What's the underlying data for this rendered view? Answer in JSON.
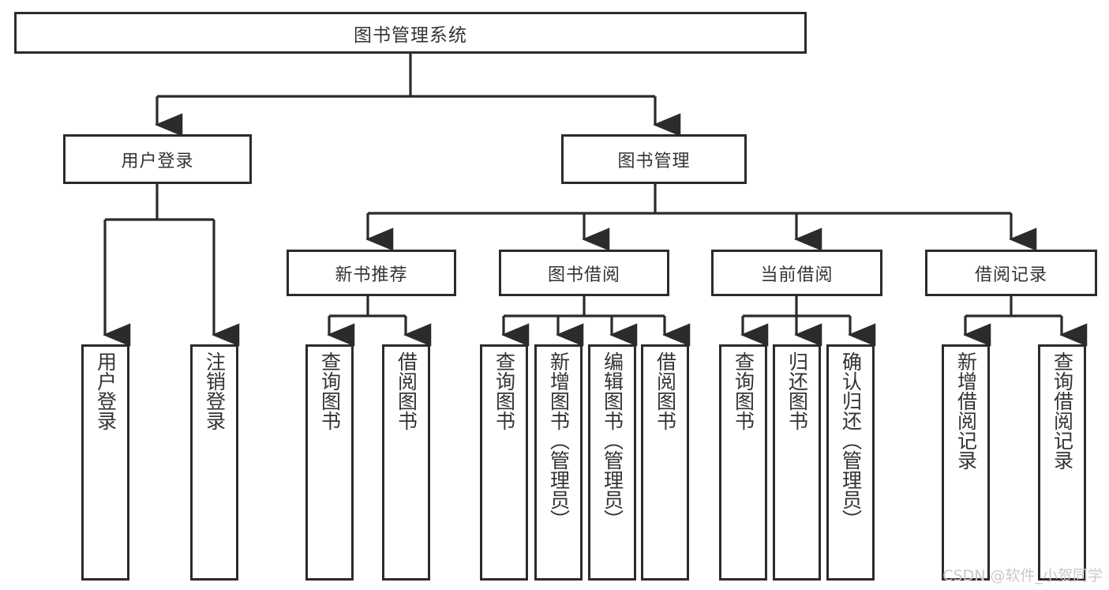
{
  "diagram": {
    "type": "tree-hierarchy",
    "title": "图书管理系统",
    "watermark": "CSDN @软件_小贺同学",
    "colors": {
      "box_border": "#2b2b2b",
      "box_fill": "#ffffff",
      "text": "#333333",
      "connector": "#2b2b2b",
      "watermark": "#c9c9c9",
      "background": "#ffffff"
    },
    "nodes": {
      "root": {
        "label": "图书管理系统"
      },
      "level2": [
        {
          "label": "用户登录"
        },
        {
          "label": "图书管理"
        }
      ],
      "level3": [
        {
          "label": "新书推荐"
        },
        {
          "label": "图书借阅"
        },
        {
          "label": "当前借阅"
        },
        {
          "label": "借阅记录"
        }
      ],
      "leaves": {
        "user_login": [
          {
            "label": "用户登录"
          },
          {
            "label": "注销登录"
          }
        ],
        "new_book_recommend": [
          {
            "label": "查询图书"
          },
          {
            "label": "借阅图书"
          }
        ],
        "book_borrow": [
          {
            "label": "查询图书"
          },
          {
            "label": "新增图书（管理员）"
          },
          {
            "label": "编辑图书（管理员）"
          },
          {
            "label": "借阅图书"
          }
        ],
        "current_borrow": [
          {
            "label": "查询图书"
          },
          {
            "label": "归还图书"
          },
          {
            "label": "确认归还（管理员）"
          }
        ],
        "borrow_record": [
          {
            "label": "新增借阅记录"
          },
          {
            "label": "查询借阅记录"
          }
        ]
      }
    },
    "edges": [
      {
        "from": "图书管理系统",
        "to": "用户登录"
      },
      {
        "from": "图书管理系统",
        "to": "图书管理"
      },
      {
        "from": "图书管理",
        "to": "新书推荐"
      },
      {
        "from": "图书管理",
        "to": "图书借阅"
      },
      {
        "from": "图书管理",
        "to": "当前借阅"
      },
      {
        "from": "图书管理",
        "to": "借阅记录"
      },
      {
        "from": "用户登录",
        "to": "用户登录"
      },
      {
        "from": "用户登录",
        "to": "注销登录"
      },
      {
        "from": "新书推荐",
        "to": "查询图书"
      },
      {
        "from": "新书推荐",
        "to": "借阅图书"
      },
      {
        "from": "图书借阅",
        "to": "查询图书"
      },
      {
        "from": "图书借阅",
        "to": "新增图书（管理员）"
      },
      {
        "from": "图书借阅",
        "to": "编辑图书（管理员）"
      },
      {
        "from": "图书借阅",
        "to": "借阅图书"
      },
      {
        "from": "当前借阅",
        "to": "查询图书"
      },
      {
        "from": "当前借阅",
        "to": "归还图书"
      },
      {
        "from": "当前借阅",
        "to": "确认归还（管理员）"
      },
      {
        "from": "借阅记录",
        "to": "新增借阅记录"
      },
      {
        "from": "借阅记录",
        "to": "查询借阅记录"
      }
    ]
  }
}
